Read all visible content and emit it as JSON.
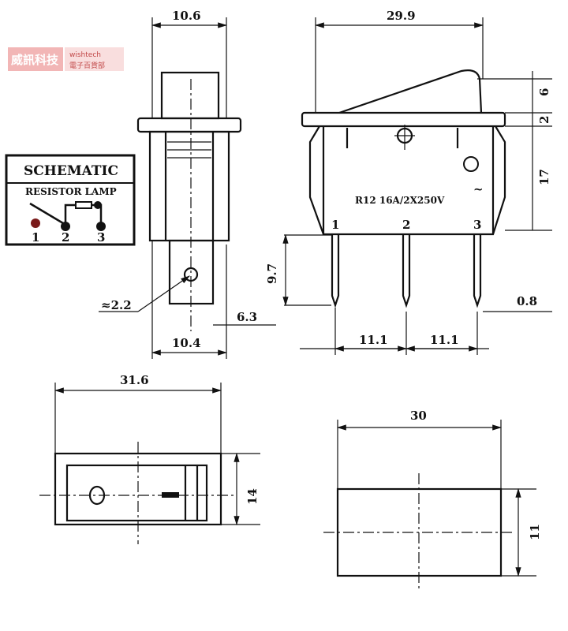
{
  "side_view": {
    "width_top": "10.6",
    "pin_hole": "≈2.2",
    "terminal_offset": "6.3",
    "width_bottom": "10.4"
  },
  "front_view": {
    "width": "29.9",
    "rocker_height": "6",
    "flange_height": "2",
    "body_height": "17",
    "terminal_length": "9.7",
    "terminal_thickness": "0.8",
    "pitch_left": "11.1",
    "pitch_right": "11.1",
    "rating": "R12  16A/2X250V",
    "ac_symbol": "~",
    "pin_labels": [
      "1",
      "2",
      "3"
    ]
  },
  "schematic": {
    "title": "SCHEMATIC",
    "subtitle": "RESISTOR LAMP",
    "pins": [
      "1",
      "2",
      "3"
    ]
  },
  "top_view": {
    "width": "31.6",
    "height": "14"
  },
  "cutout": {
    "width": "30",
    "height": "11"
  },
  "watermark": {
    "brand_cn": "威訊科技",
    "brand_en": "wishtech",
    "tagline": "電子百貨部",
    "color": "#e0393e"
  }
}
